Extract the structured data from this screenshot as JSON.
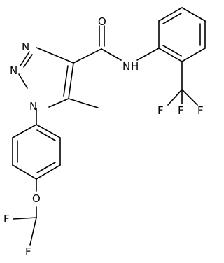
{
  "molecule": {
    "atom_labels": {
      "n_ring_1": "N",
      "n_ring_2": "N",
      "n_ring_3": "N",
      "carbonyl_o": "O",
      "amide_nh": "N",
      "amide_h": "H",
      "ether_o": "O",
      "cf3_f_top": "F",
      "cf3_f_left": "F",
      "cf3_f_right": "F",
      "chf2_f_left": "F",
      "chf2_f_bottom": "F"
    },
    "colors": {
      "bond": "#000000",
      "label": "#000000",
      "background": "#ffffff"
    }
  }
}
